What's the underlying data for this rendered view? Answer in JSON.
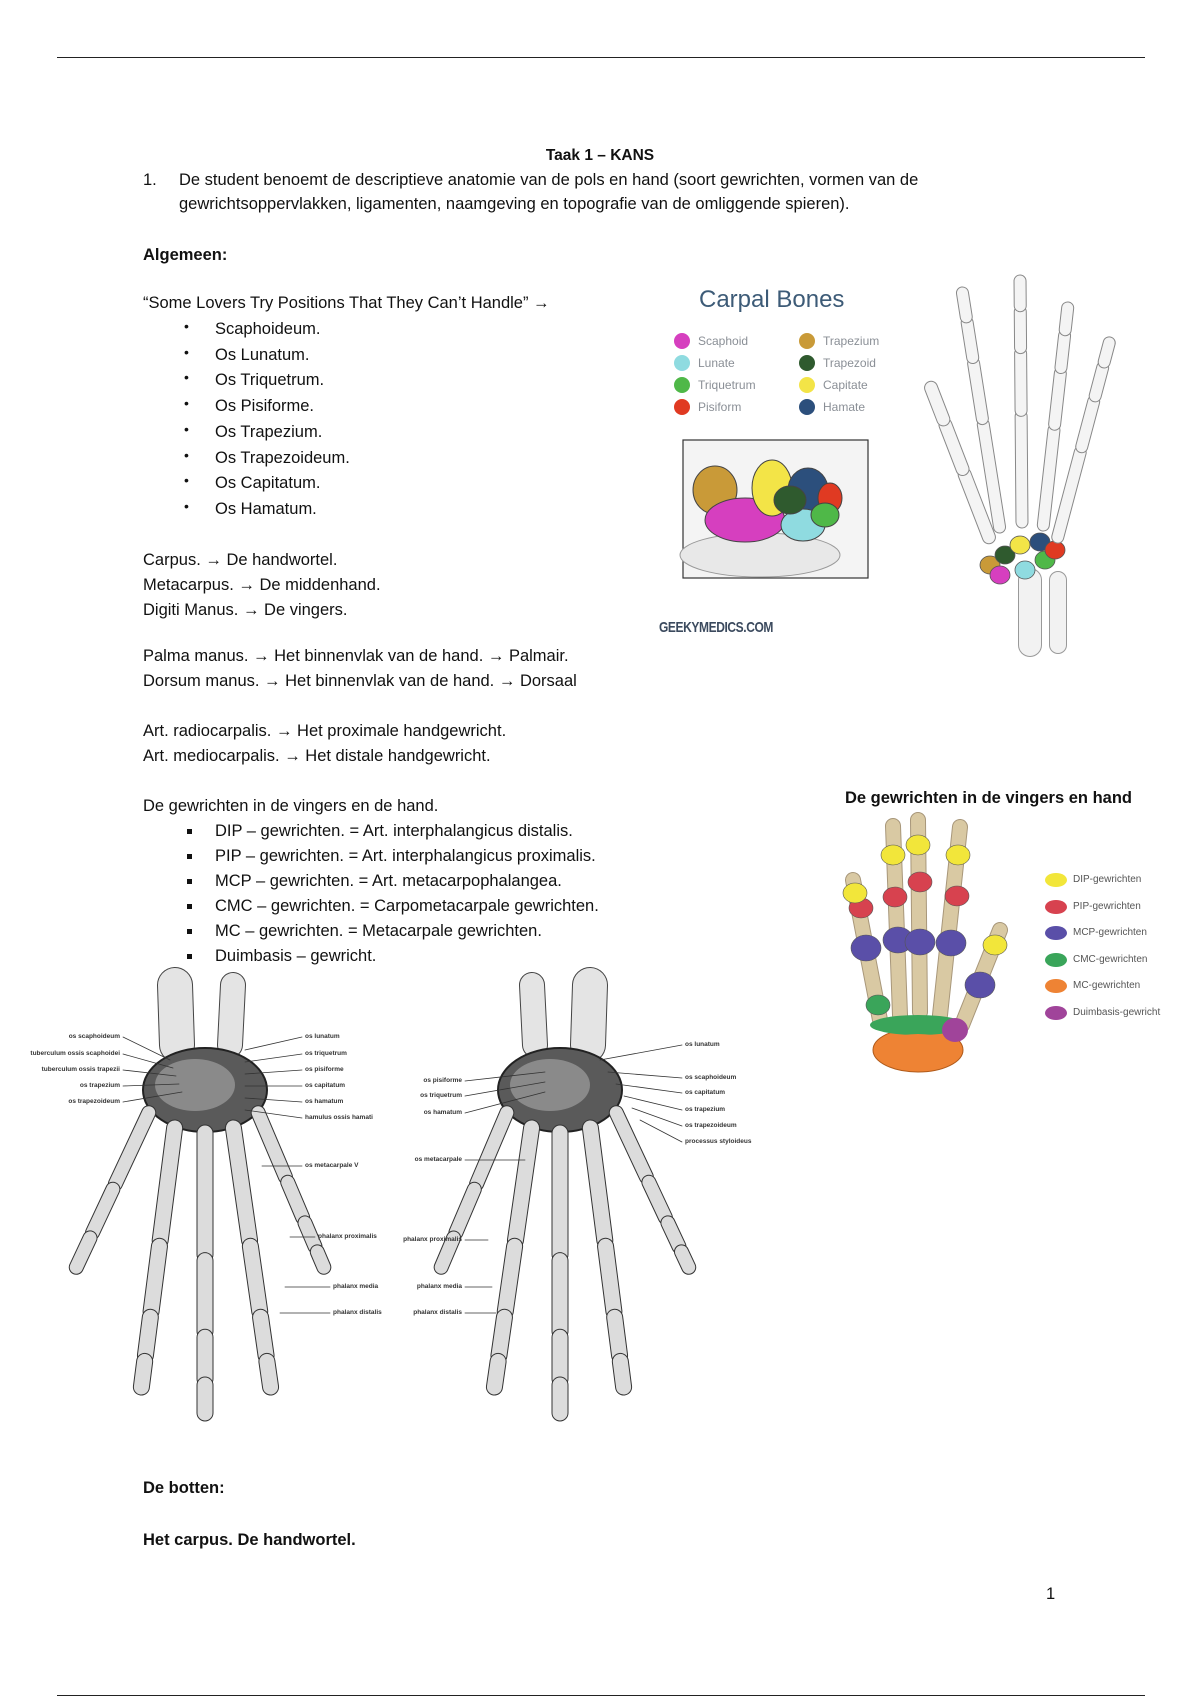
{
  "title": "Taak 1 – KANS",
  "objective": {
    "number": "1.",
    "line1": "De student benoemt de descriptieve anatomie van de pols en hand (soort gewrichten, vormen van de",
    "line2": "gewrichtsoppervlakken, ligamenten, naamgeving en topografie van de omliggende spieren)."
  },
  "algemeen_heading": "Algemeen:",
  "mnemonic": "“Some Lovers Try Positions That They Can’t Handle” →",
  "carpal_list": [
    "Scaphoideum.",
    "Os Lunatum.",
    "Os Triquetrum.",
    "Os Pisiforme.",
    "Os Trapezium.",
    "Os Trapezoideum.",
    "Os Capitatum.",
    "Os Hamatum."
  ],
  "terms1": [
    "Carpus. → De handwortel.",
    "Metacarpus. → De middenhand.",
    "Digiti Manus. → De vingers."
  ],
  "terms2": [
    "Palma manus. → Het binnenvlak van de hand. → Palmair.",
    "Dorsum manus. → Het binnenvlak van de hand. → Dorsaal"
  ],
  "terms3": [
    "Art. radiocarpalis. → Het proximale handgewricht.",
    "Art. mediocarpalis. → Het distale handgewricht."
  ],
  "joints_intro": "De gewrichten in de vingers en de hand.",
  "joints_list": [
    "DIP – gewrichten. = Art. interphalangicus distalis.",
    "PIP – gewrichten. = Art. interphalangicus proximalis.",
    "MCP – gewrichten. = Art. metacarpophalangea.",
    "CMC – gewrichten. = Carpometacarpale gewrichten.",
    "MC – gewrichten. = Metacarpale gewrichten.",
    "Duimbasis – gewricht."
  ],
  "botten_heading": "De botten:",
  "carpus_heading": "Het carpus. De handwortel.",
  "page_number": "1",
  "carpal_figure": {
    "title": "Carpal Bones",
    "title_color": "#3d5b77",
    "legend": [
      {
        "label": "Scaphoid",
        "color": "#d63fbf"
      },
      {
        "label": "Lunate",
        "color": "#8fdbe0"
      },
      {
        "label": "Triquetrum",
        "color": "#4fb848"
      },
      {
        "label": "Pisiform",
        "color": "#e03a22"
      },
      {
        "label": "Trapezium",
        "color": "#c99a38"
      },
      {
        "label": "Trapezoid",
        "color": "#2f5a2e"
      },
      {
        "label": "Capitate",
        "color": "#f3e447"
      },
      {
        "label": "Hamate",
        "color": "#2c4f7c"
      }
    ],
    "credit": "GEEKYMEDICS.COM"
  },
  "joints_figure": {
    "title": "De gewrichten in de vingers en hand",
    "legend": [
      {
        "label": "DIP-gewrichten",
        "color": "#f2e63a"
      },
      {
        "label": "PIP-gewrichten",
        "color": "#d7424f"
      },
      {
        "label": "MCP-gewrichten",
        "color": "#5a4fa8"
      },
      {
        "label": "CMC-gewrichten",
        "color": "#3aa55a"
      },
      {
        "label": "MC-gewrichten",
        "color": "#ee8334"
      },
      {
        "label": "Duimbasis-gewricht",
        "color": "#a0449a"
      }
    ]
  },
  "skeleton_labels": {
    "hand1_left": [
      "os scaphoideum",
      "tuberculum ossis scaphoidei",
      "tuberculum ossis trapezii",
      "os trapezium",
      "os trapezoideum"
    ],
    "hand1_right": [
      "os lunatum",
      "os triquetrum",
      "os pisiforme",
      "os capitatum",
      "os hamatum",
      "hamulus ossis hamati",
      "os metacarpale V",
      "phalanx proximalis",
      "phalanx media",
      "phalanx distalis"
    ],
    "hand2_left": [
      "os pisiforme",
      "os triquetrum",
      "os hamatum",
      "os metacarpale",
      "phalanx proximalis",
      "phalanx media",
      "phalanx distalis"
    ],
    "hand2_right": [
      "os lunatum",
      "os scaphoideum",
      "os capitatum",
      "os trapezium",
      "os trapezoideum",
      "processus styloideus"
    ]
  }
}
